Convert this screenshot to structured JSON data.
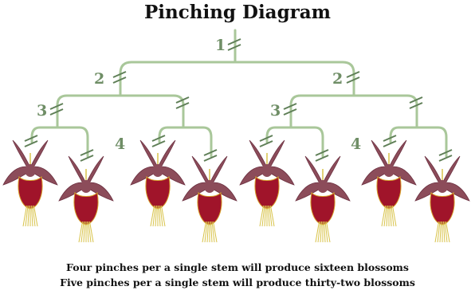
{
  "title": "Pinching Diagram",
  "level_labels": {
    "level1": "1",
    "level2_left": "2",
    "level2_right": "2",
    "level3_left": "3",
    "level3_right": "3",
    "level4_left": "4",
    "level4_right": "4"
  },
  "captions": [
    "Four pinches per a single stem will produce sixteen blossoms",
    "Five pinches per a single stem will produce thirty-two blossoms"
  ],
  "colors": {
    "stem": "#a9c79a",
    "pinch_mark": "#5f7f57",
    "label": "#6f8e66",
    "petal": "#8c4c5a",
    "corolla": "#a0142a",
    "stamen": "#d8c34a"
  },
  "icons": [
    "fuchsia-flower-icon",
    "pinch-mark-icon"
  ]
}
